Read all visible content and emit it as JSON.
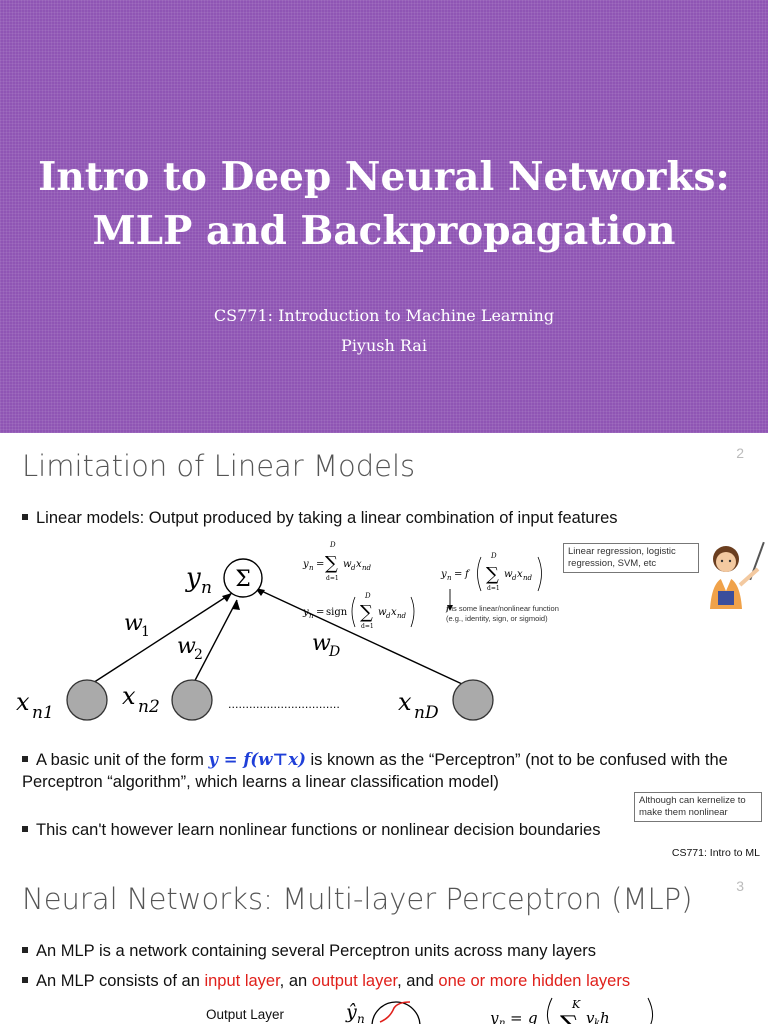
{
  "title_slide": {
    "title_line1": "Intro to Deep Neural Networks:",
    "title_line2": "MLP and Backpropagation",
    "course": "CS771: Introduction to Machine Learning",
    "author": "Piyush Rai"
  },
  "slide2": {
    "title": "Limitation of Linear Models",
    "page": "2",
    "bullet1": "Linear models: Output produced by taking a linear combination of input features",
    "bullet2_pre": "A basic unit of the form ",
    "bullet2_math": "y = f(w⊤x)",
    "bullet2_post": " is known as the “Perceptron” (not to be confused with the Perceptron “algorithm”, which learns a linear classification model)",
    "bullet3": "This can't however learn nonlinear functions or nonlinear decision boundaries",
    "callout_top": "Linear regression, logistic regression, SVM, etc",
    "callout_bottom": "Although can kernelize to make them nonlinear",
    "f_note": "is some linear/nonlinear function",
    "f_note_sym": "f",
    "f_note_examples": "(e.g., identity, sign, or sigmoid)",
    "footer": "CS771: Intro to ML",
    "diagram": {
      "output_label": "y",
      "output_sub": "n",
      "sum_symbol": "Σ",
      "w1": "w",
      "w1_sub": "1",
      "w2": "w",
      "w2_sub": "2",
      "wD": "w",
      "wD_sub": "D",
      "x1": "x",
      "x1_sub": "n1",
      "x2": "x",
      "x2_sub": "n2",
      "xD": "x",
      "xD_sub": "nD",
      "dots": "................................"
    },
    "eq": {
      "yn": "y",
      "yn_sub": "n",
      "eq_sign": "=",
      "sum": "∑",
      "upper": "D",
      "lower": "d=1",
      "term": "w",
      "term_sub": "d",
      "term2": "x",
      "term2_sub": "nd",
      "sign_fn": "sign",
      "f_fn": "f"
    }
  },
  "slide3": {
    "title": "Neural Networks: Multi-layer Perceptron (MLP)",
    "page": "3",
    "bullet1": "An MLP is a network containing several Perceptron units across many layers",
    "bullet2_a": "An MLP consists of an ",
    "bullet2_input": "input layer",
    "bullet2_b": ", an ",
    "bullet2_output": "output layer",
    "bullet2_c": ", and ",
    "bullet2_hidden": "one or more hidden layers",
    "output_layer_label": "Output Layer",
    "yhat": "ŷ",
    "yhat_sub": "n",
    "eq_y": "y",
    "eq_sub": "n",
    "eq_eq": "=",
    "eq_g": "g",
    "eq_K": "K",
    "eq_term": "v",
    "eq_term_sub": "k",
    "eq_h": "h"
  }
}
